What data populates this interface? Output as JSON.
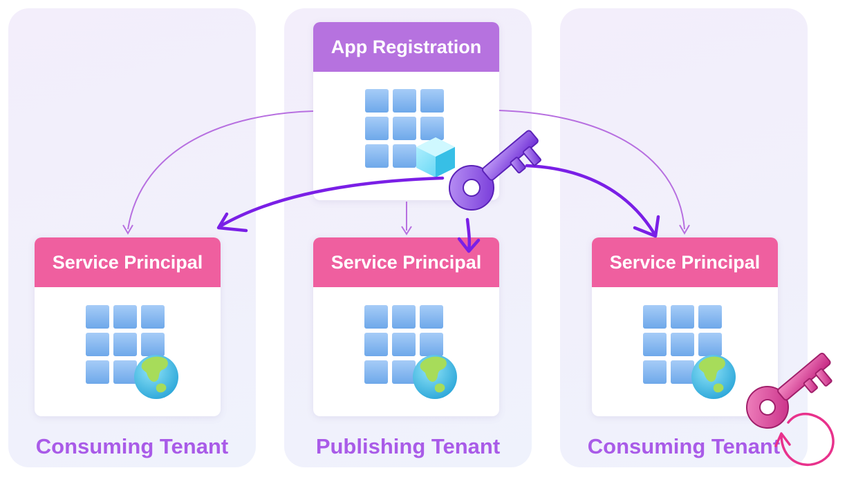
{
  "tenants": {
    "left": {
      "label": "Consuming Tenant"
    },
    "center": {
      "label": "Publishing Tenant"
    },
    "right": {
      "label": "Consuming Tenant"
    }
  },
  "cards": {
    "app_registration": {
      "title": "App Registration",
      "icon": "app-registration-grid-cube-icon"
    },
    "sp_left": {
      "title": "Service Principal",
      "icon": "app-grid-globe-icon"
    },
    "sp_center": {
      "title": "Service Principal",
      "icon": "app-grid-globe-icon"
    },
    "sp_right": {
      "title": "Service Principal",
      "icon": "app-grid-globe-icon"
    }
  },
  "icons": {
    "purple_key": "key-icon",
    "pink_key": "key-icon"
  },
  "colors": {
    "tenant_label": "#a95be8",
    "app_header": "#b672df",
    "sp_header": "#ef5f9f",
    "thin_arrow": "#b76fe0",
    "thick_arrow": "#7a1fe6",
    "purple_key": "#8a4fe0",
    "pink_key": "#e2459a",
    "pink_loop": "#e8328c"
  }
}
